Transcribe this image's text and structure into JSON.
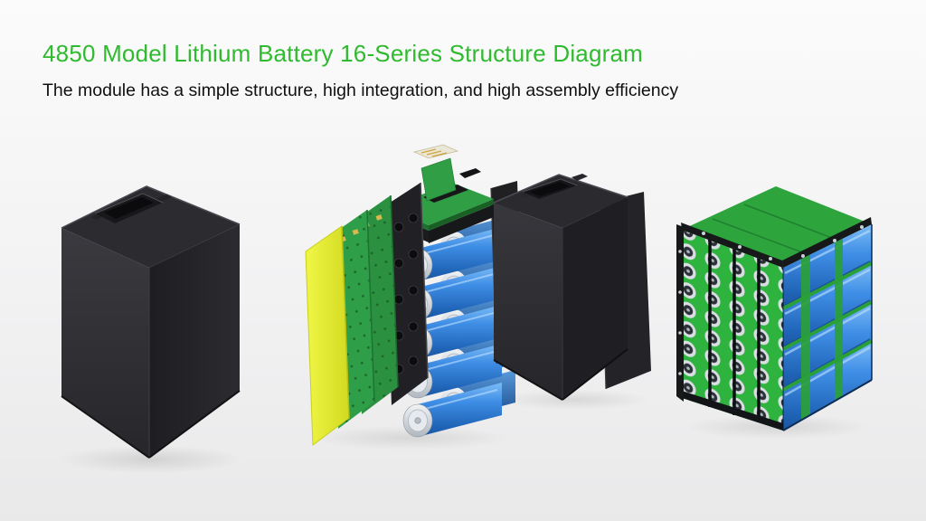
{
  "header": {
    "title": "4850 Model Lithium Battery 16-Series Structure Diagram",
    "subtitle": "The module has a simple structure, high integration, and high assembly efficiency"
  },
  "illustrations": {
    "assembled_module": {
      "label": "Assembled lithium battery module with carry handle"
    },
    "exploded_stack": {
      "label": "Exploded view: yellow insulation sheet, green protection boards, black mounting plate and cylindrical cell stack with BMS board"
    },
    "enclosure_cover": {
      "label": "Battery module outer enclosure cover with end plate"
    },
    "cell_assembly": {
      "label": "16-series cylindrical cell assembly in green holder frames"
    }
  },
  "colors": {
    "title_green": "#2fba2f",
    "body_text": "#101010",
    "background_gray": "#f2f2f3",
    "case_black": "#2a2a2e",
    "cell_blue": "#3f8ee6",
    "pcb_green": "#2f9e45",
    "insulation_yellow": "#eaf23b",
    "cell_cap_silver": "#d9dee3"
  }
}
